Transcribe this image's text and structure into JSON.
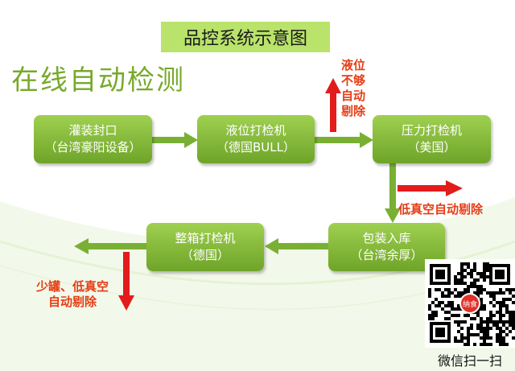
{
  "title": "品控系统示意图",
  "heading": "在线自动检测",
  "nodes": {
    "filling": {
      "line1": "灌装封口",
      "line2": "（台湾豪阳设备）"
    },
    "level": {
      "line1": "液位打检机",
      "line2": "（德国BULL）"
    },
    "pressure": {
      "line1": "压力打检机",
      "line2": "（美国）"
    },
    "packing": {
      "line1": "包装入库",
      "line2": "（台湾余厚）"
    },
    "carton": {
      "line1": "整箱打检机",
      "line2": "（德国）"
    }
  },
  "notes": {
    "level_reject": [
      "液位",
      "不够",
      "自动",
      "剔除"
    ],
    "low_vacuum_reject": "低真空自动剔除",
    "carton_reject": [
      "少罐、低真空",
      "自动剔除"
    ]
  },
  "qr": {
    "caption": "微信扫一扫",
    "badge": "纳食"
  },
  "colors": {
    "arrow_green": "#79b034",
    "arrow_red": "#e21b1b",
    "node_green": "#86bf3c",
    "title_bg": "#b9e36a",
    "note_red": "#e53d15"
  }
}
